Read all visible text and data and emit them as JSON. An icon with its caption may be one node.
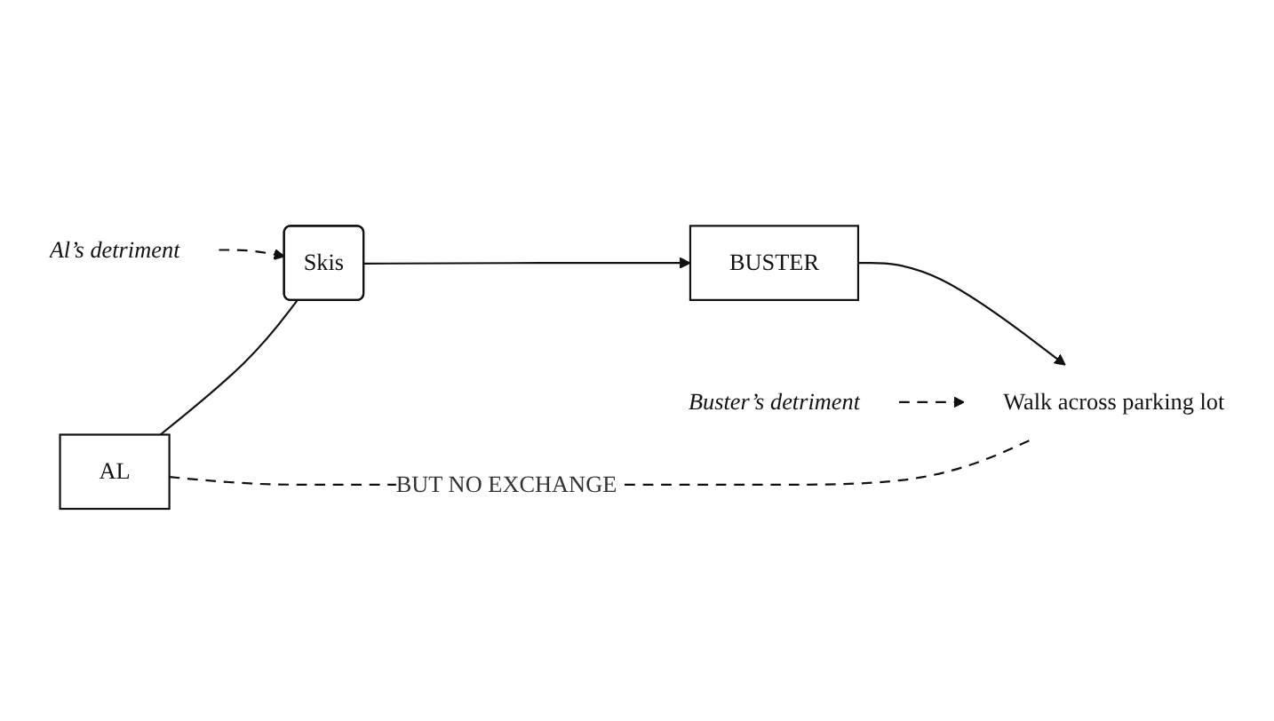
{
  "diagram": {
    "nodes": [
      {
        "text": [
          "Skis"
        ]
      },
      {
        "text": [
          "Al’s detriment"
        ]
      },
      {
        "text": [
          "AL"
        ]
      },
      {
        "text": [
          "BUSTER"
        ]
      },
      {
        "text": [
          "Walk across parking lot"
        ]
      },
      {
        "text": [
          "Buster’s detriment"
        ]
      }
    ],
    "edges": [
      {
        "from": 2,
        "to": 0,
        "arrow": "none"
      },
      {
        "from": 0,
        "to": 3,
        "arrow": "to"
      },
      {
        "from": 1,
        "to": 0,
        "arrow": "to",
        "style": "dashed"
      },
      {
        "from": 3,
        "to": 4,
        "arrow": "to"
      },
      {
        "from": 5,
        "to": 4,
        "arrow": "to",
        "style": "dashed"
      },
      {
        "from": 2,
        "to": 4,
        "arrow": "none",
        "style": "dashed",
        "label": "BUT NO EXCHANGE"
      }
    ]
  }
}
